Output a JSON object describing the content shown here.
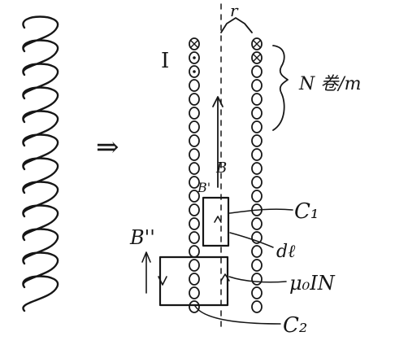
{
  "labels": {
    "current": "I",
    "radius": "r",
    "turns_density": "N 卷/m",
    "field_inside": "B",
    "field_inside_loop": "B'",
    "field_outside": "B''",
    "loop1": "C₁",
    "line_element": "dℓ",
    "field_value": "μ₀IN",
    "loop2": "C₂",
    "implies": "⇒"
  },
  "icons": {
    "current_out": "circle-dot",
    "current_in": "circle-cross"
  }
}
